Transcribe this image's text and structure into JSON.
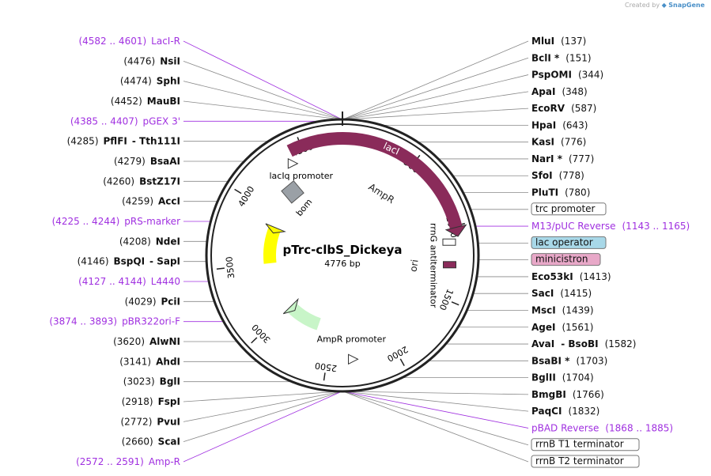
{
  "credit": {
    "prefix": "Created by",
    "brand": "SnapGene",
    "logo_icon": "snapgene-logo-icon"
  },
  "plasmid": {
    "name": "pTrc-clbS_Dickeya",
    "length_label": "4776 bp",
    "length": 4776
  },
  "ticks": [
    {
      "pos": 500,
      "label": "500"
    },
    {
      "pos": 1000,
      "label": "1000"
    },
    {
      "pos": 1500,
      "label": "1500"
    },
    {
      "pos": 2000,
      "label": "2000"
    },
    {
      "pos": 2500,
      "label": "2500"
    },
    {
      "pos": 3000,
      "label": "3000"
    },
    {
      "pos": 3500,
      "label": "3500"
    },
    {
      "pos": 4000,
      "label": "4000"
    },
    {
      "pos": 4500,
      "label": "4500"
    }
  ],
  "features": [
    {
      "name": "lacI",
      "start": 4420,
      "end": 1010,
      "dir": 1,
      "color": "#8a2b5a",
      "label_color": "#ffffff",
      "kind": "cds"
    },
    {
      "name": "lacIq promoter",
      "start": 4400,
      "end": 4420,
      "dir": 1,
      "color": "#ffffff",
      "kind": "promoter"
    },
    {
      "name": "bom",
      "start": 4250,
      "end": 4290,
      "dir": 0,
      "color": "#9aa0a6",
      "kind": "box"
    },
    {
      "name": "ori",
      "start": 3880,
      "end": 3500,
      "dir": -1,
      "color": "#ffff00",
      "kind": "cds"
    },
    {
      "name": "AmpR",
      "start": 2990,
      "end": 2640,
      "dir": -1,
      "color": "#c8f5c8",
      "kind": "cds"
    },
    {
      "name": "AmpR promoter",
      "start": 2310,
      "end": 2400,
      "dir": -1,
      "color": "#ffffff",
      "kind": "promoter"
    },
    {
      "name": "rrnG antiterminator",
      "start": 1100,
      "end": 1120,
      "dir": 0,
      "color": "#ffffff",
      "kind": "small"
    },
    {
      "name": "minicistron",
      "start": 1260,
      "end": 1300,
      "dir": 1,
      "color": "#8a2b5a",
      "kind": "small"
    }
  ],
  "left_labels": [
    {
      "text": "LacI-R",
      "range": "(4582 .. 4601)",
      "color": "#a030e0",
      "kind": "primer"
    },
    {
      "text": "NsiI",
      "pos": "(4476)",
      "kind": "site"
    },
    {
      "text": "SphI",
      "pos": "(4474)",
      "kind": "site"
    },
    {
      "text": "MauBI",
      "pos": "(4452)",
      "kind": "site"
    },
    {
      "text": "pGEX 3'",
      "range": "(4385 .. 4407)",
      "color": "#a030e0",
      "kind": "primer"
    },
    {
      "text": "PflFI",
      "pos": "(4285)",
      "kind": "site",
      "extra": "Tth111I"
    },
    {
      "text": "BsaAI",
      "pos": "(4279)",
      "kind": "site"
    },
    {
      "text": "BstZ17I",
      "pos": "(4260)",
      "kind": "site"
    },
    {
      "text": "AccI",
      "pos": "(4259)",
      "kind": "site"
    },
    {
      "text": "pRS-marker",
      "range": "(4225 .. 4244)",
      "color": "#a030e0",
      "kind": "primer"
    },
    {
      "text": "NdeI",
      "pos": "(4208)",
      "kind": "site"
    },
    {
      "text": "BspQI",
      "pos": "(4146)",
      "kind": "site",
      "extra": "SapI"
    },
    {
      "text": "L4440",
      "range": "(4127 .. 4144)",
      "color": "#a030e0",
      "kind": "primer"
    },
    {
      "text": "PciI",
      "pos": "(4029)",
      "kind": "site"
    },
    {
      "text": "pBR322ori-F",
      "range": "(3874 .. 3893)",
      "color": "#a030e0",
      "kind": "primer"
    },
    {
      "text": "AlwNI",
      "pos": "(3620)",
      "kind": "site"
    },
    {
      "text": "AhdI",
      "pos": "(3141)",
      "kind": "site"
    },
    {
      "text": "BglI",
      "pos": "(3023)",
      "kind": "site"
    },
    {
      "text": "FspI",
      "pos": "(2918)",
      "kind": "site"
    },
    {
      "text": "PvuI",
      "pos": "(2772)",
      "kind": "site"
    },
    {
      "text": "ScaI",
      "pos": "(2660)",
      "kind": "site"
    },
    {
      "text": "Amp-R",
      "range": "(2572 .. 2591)",
      "color": "#a030e0",
      "kind": "primer"
    }
  ],
  "right_labels": [
    {
      "text": "MluI",
      "pos": "(137)",
      "kind": "site"
    },
    {
      "text": "BclI *",
      "pos": "(151)",
      "kind": "site"
    },
    {
      "text": "PspOMI",
      "pos": "(344)",
      "kind": "site"
    },
    {
      "text": "ApaI",
      "pos": "(348)",
      "kind": "site"
    },
    {
      "text": "EcoRV",
      "pos": "(587)",
      "kind": "site"
    },
    {
      "text": "HpaI",
      "pos": "(643)",
      "kind": "site"
    },
    {
      "text": "KasI",
      "pos": "(776)",
      "kind": "site"
    },
    {
      "text": "NarI *",
      "pos": "(777)",
      "kind": "site"
    },
    {
      "text": "SfoI",
      "pos": "(778)",
      "kind": "site"
    },
    {
      "text": "PluTI",
      "pos": "(780)",
      "kind": "site"
    },
    {
      "text": "trc promoter",
      "kind": "box",
      "fill": "#ffffff"
    },
    {
      "text": "M13/pUC Reverse",
      "range": "(1143 .. 1165)",
      "color": "#a030e0",
      "kind": "primer"
    },
    {
      "text": "lac operator",
      "kind": "box",
      "fill": "#a8d8e8"
    },
    {
      "text": "minicistron",
      "kind": "box",
      "fill": "#e8a8c8"
    },
    {
      "text": "Eco53kI",
      "pos": "(1413)",
      "kind": "site"
    },
    {
      "text": "SacI",
      "pos": "(1415)",
      "kind": "site"
    },
    {
      "text": "MscI",
      "pos": "(1439)",
      "kind": "site"
    },
    {
      "text": "AgeI",
      "pos": "(1561)",
      "kind": "site"
    },
    {
      "text": "AvaI",
      "pos": "(1582)",
      "kind": "site",
      "extra": "BsoBI"
    },
    {
      "text": "BsaBI *",
      "pos": "(1703)",
      "kind": "site"
    },
    {
      "text": "BglII",
      "pos": "(1704)",
      "kind": "site"
    },
    {
      "text": "BmgBI",
      "pos": "(1766)",
      "kind": "site"
    },
    {
      "text": "PaqCI",
      "pos": "(1832)",
      "kind": "site"
    },
    {
      "text": "pBAD Reverse",
      "range": "(1868 .. 1885)",
      "color": "#a030e0",
      "kind": "primer"
    },
    {
      "text": "rrnB T1 terminator",
      "kind": "box",
      "fill": "#ffffff"
    },
    {
      "text": "rrnB T2 terminator",
      "kind": "box",
      "fill": "#ffffff"
    }
  ]
}
